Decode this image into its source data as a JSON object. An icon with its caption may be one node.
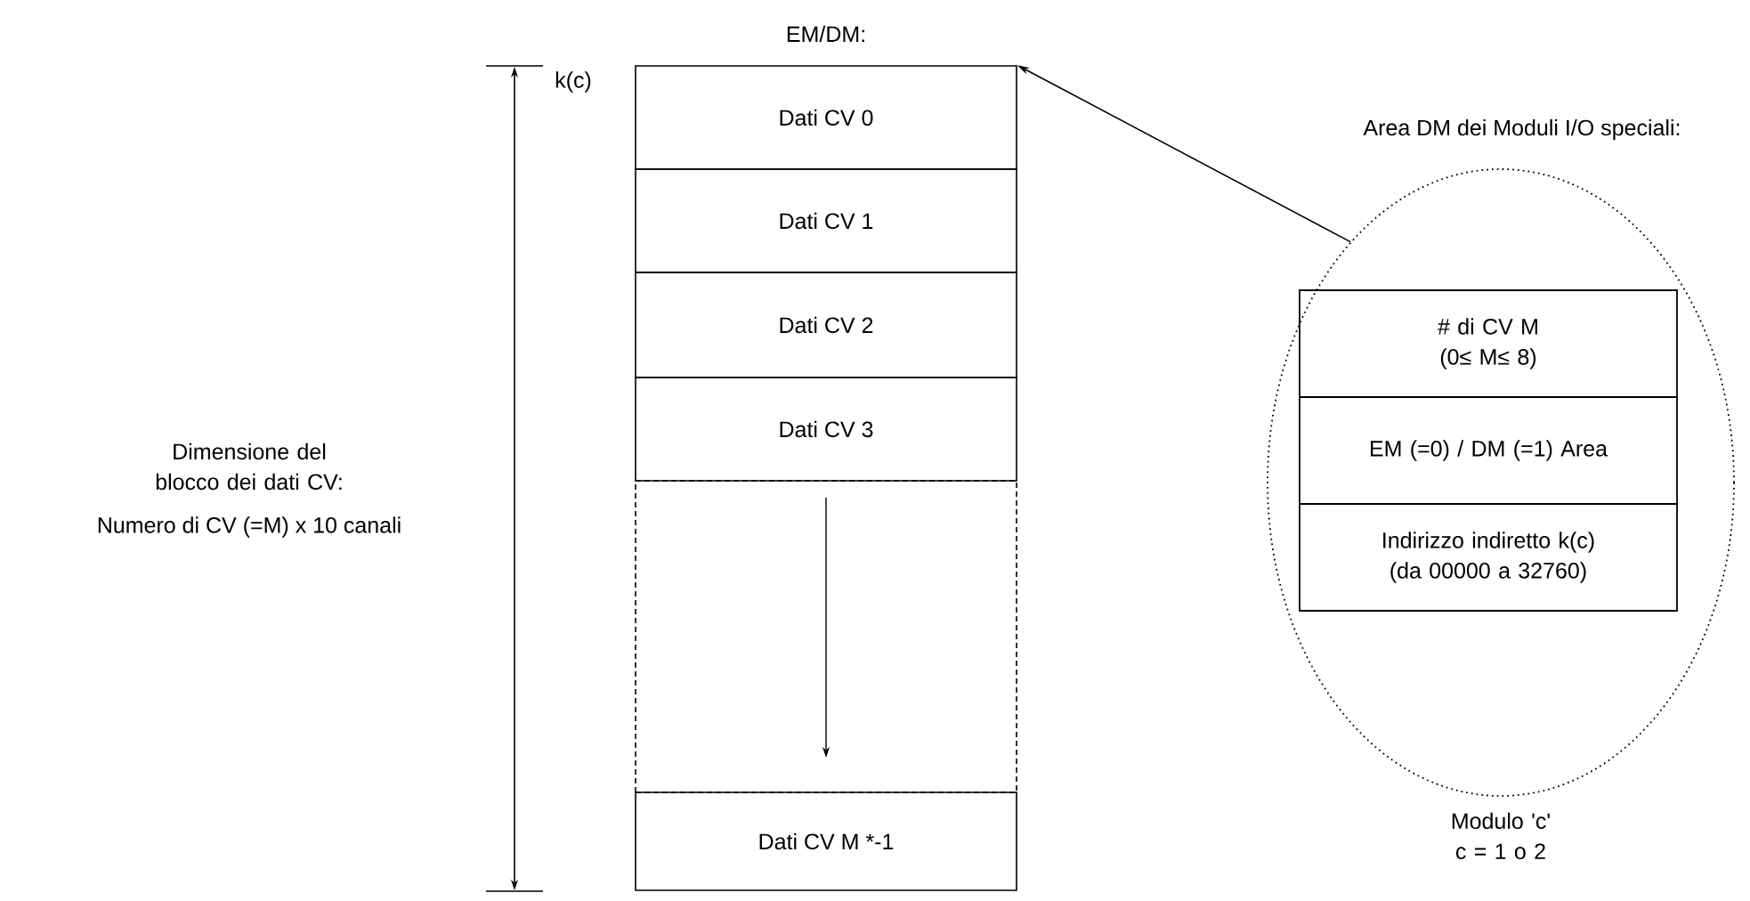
{
  "diagram": {
    "nodes": [
      {
        "text": [
          "Dati CV 0"
        ]
      },
      {
        "text": [
          "Dati CV 1"
        ]
      },
      {
        "text": [
          "Dati CV 2"
        ]
      },
      {
        "text": [
          "Dati CV 3"
        ]
      },
      {
        "text": [],
        "shape": "box"
      },
      {
        "text": [
          "Dati CV M  *-1"
        ]
      },
      {
        "text": [
          "Area DM dei Moduli I/O speciali:",
          "Modulo 'c' c = 1 o 2"
        ]
      },
      {
        "text": [
          "# di CV M (0≤ M≤ 8)"
        ],
        "in": 6
      },
      {
        "text": [
          "EM (=0) / DM (=1) Area"
        ],
        "in": 6
      },
      {
        "text": [
          "Indirizzo indiretto k(c) (da 00000 a 32760)"
        ],
        "in": 6
      }
    ],
    "edges": [
      {
        "from": 6,
        "to": 0,
        "arrow": "to"
      }
    ],
    "labels": [
      "EM/DM:",
      "k(c)",
      "Dimensione del blocco dei dati CV:",
      "Numero di CV (=M) x 10 canali"
    ]
  }
}
